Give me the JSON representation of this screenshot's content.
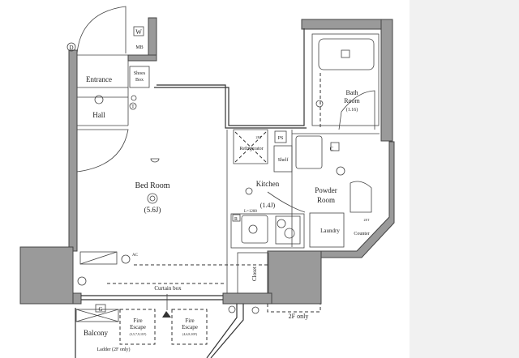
{
  "floor_plan": {
    "rooms": {
      "entrance": "Entrance",
      "hall": "Hall",
      "shoes_box": [
        "Shoes",
        "Box"
      ],
      "mb": "MB",
      "w": "W",
      "bed_room": "Bed Room",
      "bed_room_size": "(5.6J)",
      "kitchen": "Kitchen",
      "kitchen_size": "(1.4J)",
      "refrigerator": "Refrigerator",
      "ps": "PS",
      "shelf": "Shelf",
      "l_1200": "L=1200",
      "r": "R",
      "powder_room": [
        "Powder",
        "Room"
      ],
      "laundry": "Laundry",
      "counter": "Counter",
      "bath_room": [
        "Bath",
        "Room",
        "(1.16)"
      ],
      "c": "C",
      "closet": "Closet",
      "curtain_box": "Curtain box",
      "two_f_only": "2F only",
      "balcony": "Balcony",
      "g": "G",
      "ac": "AC",
      "two_et": "2ET",
      "fire_escape_1": [
        "Fire",
        "Escape",
        "(3,5,7,9,11F)"
      ],
      "fire_escape_2": [
        "Fire",
        "Escape",
        "(4,6,8,10F)"
      ],
      "ladder": "Ladder (2F only)",
      "d": "D",
      "t": "T"
    }
  }
}
